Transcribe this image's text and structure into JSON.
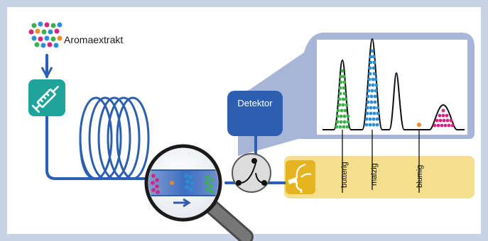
{
  "labels": {
    "aroma_extract": "Aromaextrakt",
    "detector": "Detektor"
  },
  "aroma_notes": [
    "butterig",
    "malzig",
    "blumig"
  ],
  "colors": {
    "background": "#c9d3e6",
    "tubing": "#2d5fb0",
    "injector": "#1fa39a",
    "detector": "#2d5fb0",
    "chromatogram_frame": "#a7b6d8",
    "sniff_band": "#f5df8e",
    "sniff_icon": "#e5b521",
    "peak_green": "#3cb04a",
    "peak_blue": "#2a8fd6",
    "peak_orange": "#f08a24",
    "peak_magenta": "#d6247f"
  },
  "icons": [
    "extract-dots-icon",
    "syringe-icon",
    "column-coil-icon",
    "magnifier-icon",
    "splitter-icon",
    "nose-sniffing-icon",
    "flow-arrow-icon"
  ]
}
